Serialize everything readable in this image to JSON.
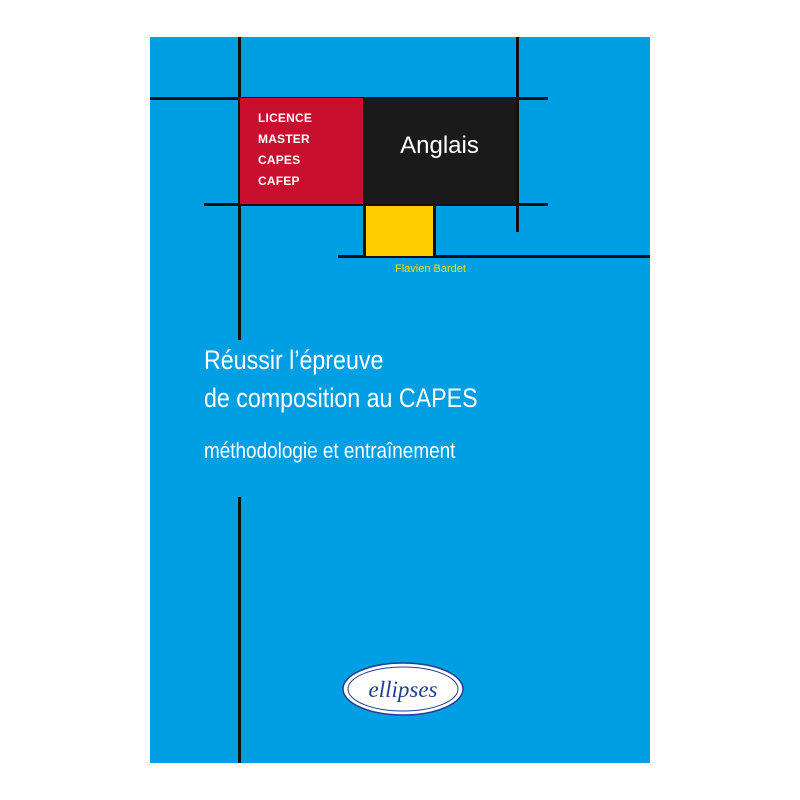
{
  "cover": {
    "levels": [
      "LICENCE",
      "MASTER",
      "CAPES",
      "CAFEP"
    ],
    "subject": "Anglais",
    "author": "Flavien Bardet",
    "title_line1": "Réussir l’épreuve",
    "title_line2": "de composition au CAPES",
    "subtitle": "méthodologie et entraînement",
    "publisher": "ellipses"
  },
  "colors": {
    "background": "#009fe3",
    "red_block": "#c8102e",
    "black_block": "#1a1a1a",
    "yellow_block": "#ffcc00",
    "author_text": "#ffdd00",
    "lines": "#111111"
  }
}
